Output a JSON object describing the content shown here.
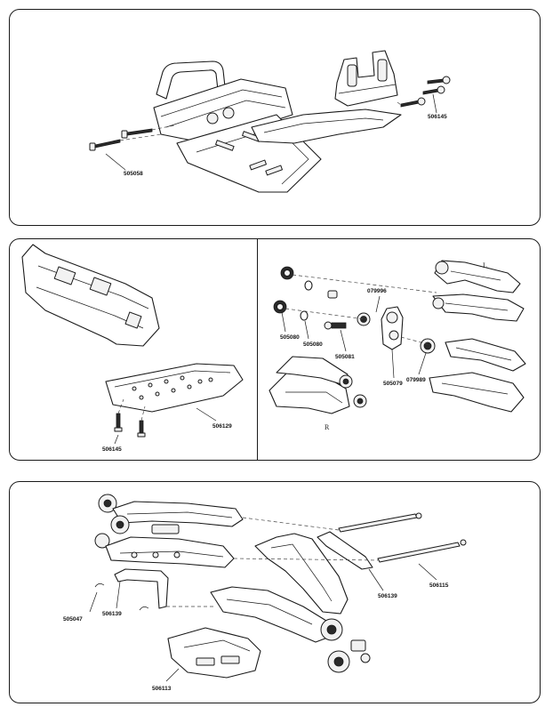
{
  "panel1": {
    "labels": {
      "screw_front": "505058",
      "screw_rear": "506145"
    }
  },
  "panel2": {
    "left_labels": {
      "skid_plate": "506129",
      "skid_screws": "506145"
    },
    "right_labels": {
      "bearing_top": "079996",
      "washer_a": "505080",
      "washer_b": "505080",
      "pin": "505081",
      "hub_carrier": "505079",
      "bearing_side": "079989"
    },
    "side_marks": {
      "left": "L",
      "right": "R"
    }
  },
  "panel3": {
    "labels": {
      "clip": "505047",
      "brace_left": "506139",
      "brace_right": "506139",
      "hinge_pin": "506115",
      "arm_mount": "506113"
    }
  }
}
